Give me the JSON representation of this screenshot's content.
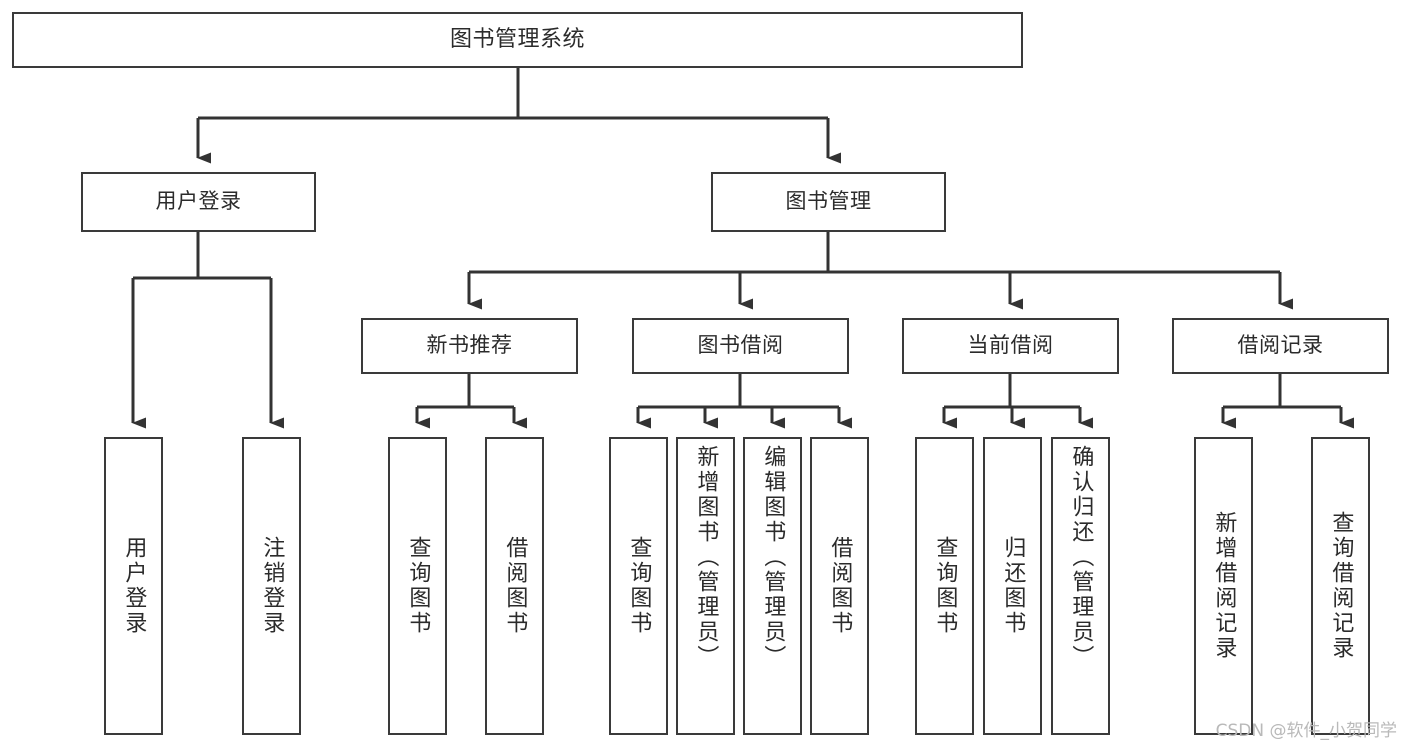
{
  "diagram": {
    "title": "图书管理系统",
    "type": "tree",
    "root": {
      "id": "root",
      "label": "图书管理系统",
      "orientation": "horizontal"
    },
    "level2": [
      {
        "id": "user-login",
        "label": "用户登录",
        "orientation": "horizontal"
      },
      {
        "id": "book-management",
        "label": "图书管理",
        "orientation": "horizontal"
      }
    ],
    "level3": [
      {
        "id": "new-book-recommend",
        "label": "新书推荐",
        "orientation": "horizontal",
        "parent": "book-management"
      },
      {
        "id": "book-borrow",
        "label": "图书借阅",
        "orientation": "horizontal",
        "parent": "book-management"
      },
      {
        "id": "current-borrow",
        "label": "当前借阅",
        "orientation": "horizontal",
        "parent": "book-management"
      },
      {
        "id": "borrow-record",
        "label": "借阅记录",
        "orientation": "horizontal",
        "parent": "book-management"
      }
    ],
    "leaves": [
      {
        "id": "leaf-user-login",
        "label": "用户登录",
        "parent": "user-login"
      },
      {
        "id": "leaf-user-logout",
        "label": "注销登录",
        "parent": "user-login"
      },
      {
        "id": "leaf-query-book-recommend",
        "label": "查询图书",
        "parent": "new-book-recommend"
      },
      {
        "id": "leaf-borrow-book-recommend",
        "label": "借阅图书",
        "parent": "new-book-recommend"
      },
      {
        "id": "leaf-query-book-borrow",
        "label": "查询图书",
        "parent": "book-borrow"
      },
      {
        "id": "leaf-add-book",
        "label": "新增图书（管理员）",
        "parent": "book-borrow"
      },
      {
        "id": "leaf-edit-book",
        "label": "编辑图书（管理员）",
        "parent": "book-borrow"
      },
      {
        "id": "leaf-borrow-book",
        "label": "借阅图书",
        "parent": "book-borrow"
      },
      {
        "id": "leaf-query-book-current",
        "label": "查询图书",
        "parent": "current-borrow"
      },
      {
        "id": "leaf-return-book",
        "label": "归还图书",
        "parent": "current-borrow"
      },
      {
        "id": "leaf-confirm-return",
        "label": "确认归还（管理员）",
        "parent": "current-borrow"
      },
      {
        "id": "leaf-add-borrow-record",
        "label": "新增借阅记录",
        "parent": "borrow-record"
      },
      {
        "id": "leaf-query-borrow-record",
        "label": "查询借阅记录",
        "parent": "borrow-record"
      }
    ],
    "colors": {
      "box_border": "#3a3a3a",
      "box_fill": "#ffffff",
      "connector": "#333333",
      "text": "#2b2b2b",
      "watermark": "#b9b9b9",
      "background": "#ffffff"
    }
  },
  "watermark": {
    "text": "CSDN @软件_小贺同学"
  }
}
